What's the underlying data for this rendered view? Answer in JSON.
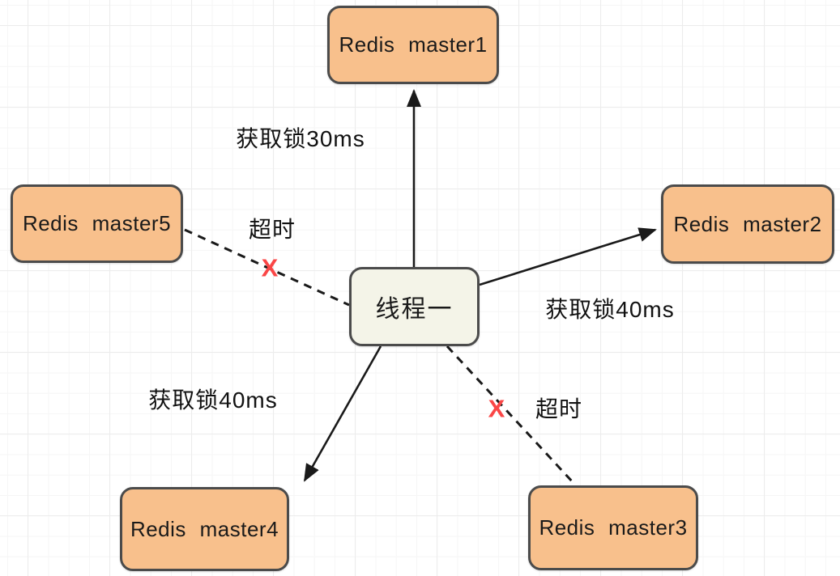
{
  "nodes": {
    "master1": {
      "label": "Redis master1"
    },
    "master2": {
      "label": "Redis master2"
    },
    "master3": {
      "label": "Redis master3"
    },
    "master4": {
      "label": "Redis master4"
    },
    "master5": {
      "label": "Redis master5"
    },
    "thread": {
      "label": "线程一"
    }
  },
  "edge_labels": {
    "lock30": "获取锁30ms",
    "lock40_right": "获取锁40ms",
    "lock40_bottom_left": "获取锁40ms",
    "timeout_left": "超时",
    "timeout_right": "超时"
  },
  "marks": {
    "fail_x": "X"
  },
  "colors": {
    "node_fill": "#F8C08C",
    "node_border": "#4B4B4B",
    "thread_fill": "#F4F4E8",
    "edge_stroke": "#1A1A1A",
    "fail_x": "#FA4646",
    "grid_minor": "#F6F6F6",
    "grid_major": "#ECECEC"
  }
}
